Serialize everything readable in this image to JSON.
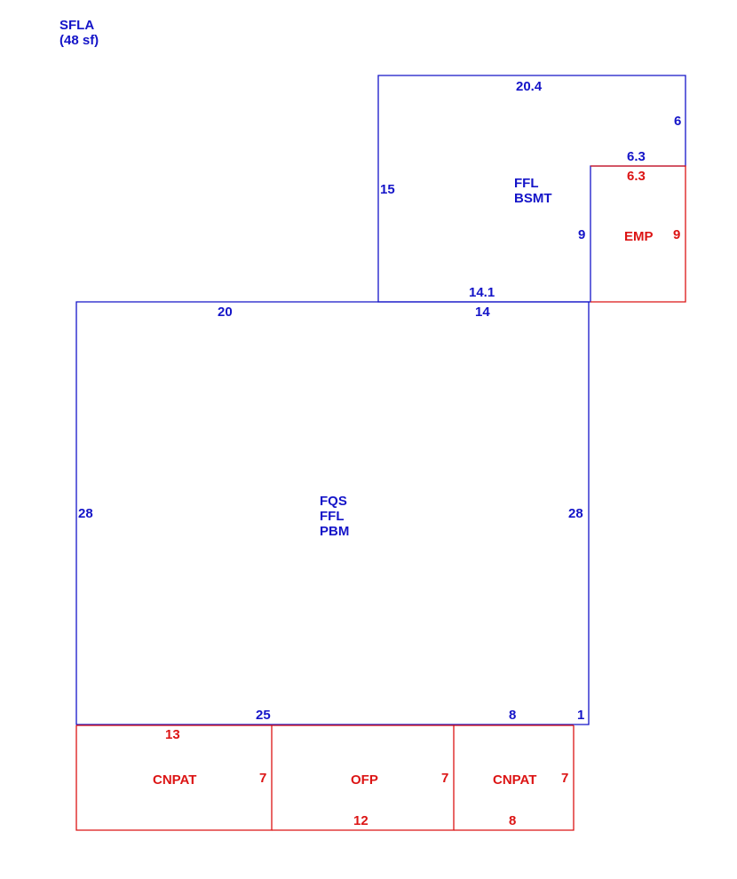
{
  "header": {
    "title": "SFLA",
    "area": "(48 sf)"
  },
  "colors": {
    "living": "#1414c8",
    "exterior": "#dc1414"
  },
  "upper_block": {
    "label_line1": "FFL",
    "label_line2": "BSMT",
    "dim_top": "20.4",
    "dim_right": "6",
    "dim_step": "6.3",
    "dim_inner": "9",
    "dim_left": "15",
    "dim_bottom": "14.1"
  },
  "emp": {
    "label": "EMP",
    "dim_top": "6.3",
    "dim_right": "9"
  },
  "main_block": {
    "label_line1": "FQS",
    "label_line2": "FFL",
    "label_line3": "PBM",
    "dim_top_left": "20",
    "dim_top_right": "14",
    "dim_left": "28",
    "dim_right": "28",
    "dim_bottom_a": "25",
    "dim_bottom_b": "8",
    "dim_bottom_c": "1"
  },
  "cnpat_left": {
    "label": "CNPAT",
    "dim_top": "13",
    "dim_right": "7"
  },
  "ofp": {
    "label": "OFP",
    "dim_right": "7",
    "dim_bottom": "12"
  },
  "cnpat_right": {
    "label": "CNPAT",
    "dim_right": "7",
    "dim_bottom": "8"
  }
}
